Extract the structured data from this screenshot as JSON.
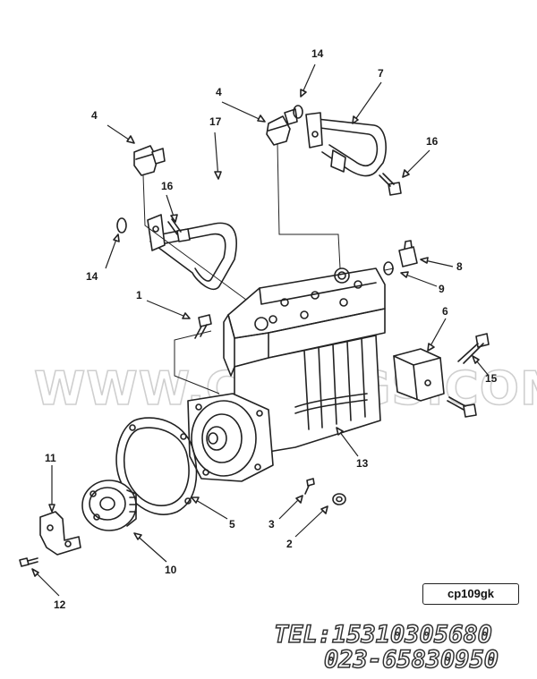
{
  "diagram": {
    "callouts": [
      "1",
      "2",
      "3",
      "4",
      "4",
      "5",
      "6",
      "7",
      "8",
      "9",
      "10",
      "11",
      "12",
      "13",
      "14",
      "14",
      "15",
      "16",
      "16",
      "17"
    ],
    "watermark": "WWW.CQKSGS.COM",
    "drawing_code": "cp109gk",
    "contact": {
      "tel": "TEL:15310305680",
      "phone2": "023-65830950"
    }
  }
}
